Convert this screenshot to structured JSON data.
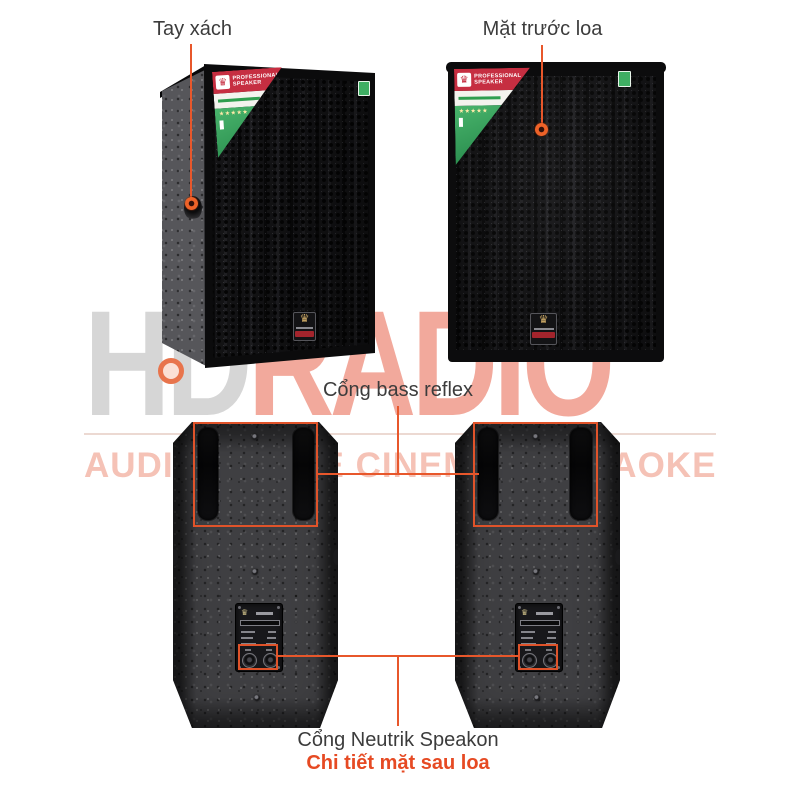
{
  "annotations": {
    "handle": {
      "label": "Tay xách"
    },
    "front": {
      "label": "Mặt trước loa"
    },
    "bass_reflex": {
      "label": "Cổng bass reflex"
    },
    "speakon": {
      "label": "Cổng Neutrik Speakon"
    },
    "rear_caption": {
      "label": "Chi tiết mặt sau loa"
    }
  },
  "watermark": {
    "brand_gray": "HD",
    "brand_red": "RADIO",
    "slogan": "AUDIO - HOME CINEMA - KARAOKE"
  },
  "badge": {
    "line1": "PROFESSIONAL",
    "line2": "SPEAKER",
    "stars": "★★★★★"
  },
  "icons": {
    "crown": "♛"
  },
  "colors": {
    "accent_line": "#E8572B",
    "caption_red": "#E64A23",
    "badge_red": "#C62E41",
    "badge_green": "#2F9E4F",
    "watermark_red": "#F2A99C",
    "watermark_gray": "#D6D6D6",
    "label_text": "#3C3C3C"
  }
}
